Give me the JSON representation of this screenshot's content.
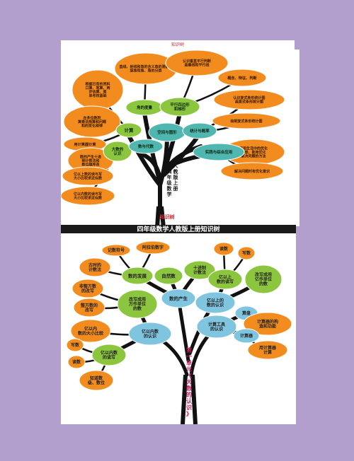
{
  "top": {
    "header_title": "知识树",
    "footer_title": "知识树",
    "caption": "四年级数学人教版上册知识树",
    "trunk_text": "四年级数学人教版上册",
    "nodes": [
      {
        "id": "t1",
        "text": "直线、射线和角的含义角的测量、\n旋角和角、角的分类",
        "kind": "leaf"
      },
      {
        "id": "t2",
        "text": "认识垂直平行判断\n画垂线和平行线",
        "kind": "leaf"
      },
      {
        "id": "t3",
        "text": "概念、特征、判断",
        "kind": "leaf"
      },
      {
        "id": "t4",
        "text": "根据已有的资料\n口算、笔算、两\n步估算、简\n单考核基础",
        "kind": "leaf"
      },
      {
        "id": "t5",
        "text": "角的度量",
        "kind": "branch"
      },
      {
        "id": "t6",
        "text": "平行四边形\n和梯形",
        "kind": "branch"
      },
      {
        "id": "t7",
        "text": "认识复式条形统计图\n画复式条形统计图",
        "kind": "leaf"
      },
      {
        "id": "t8",
        "text": "在多位数积\n算乘法简算和问题\n和的变化规律",
        "kind": "leaf"
      },
      {
        "id": "t9",
        "text": "绘制复式条形统计图",
        "kind": "leaf"
      },
      {
        "id": "t10",
        "text": "用计算器计算",
        "kind": "leaf"
      },
      {
        "id": "t11",
        "text": "计算",
        "kind": "branch"
      },
      {
        "id": "t12",
        "text": "空间与图形",
        "kind": "branch"
      },
      {
        "id": "t13",
        "text": "统计与概率",
        "kind": "branch"
      },
      {
        "id": "t14",
        "text": "数的产生十进\n制计数法和\n数位顺序表",
        "kind": "leaf"
      },
      {
        "id": "t15",
        "text": "运用生活中的优化\n思想，能用优化\n解决问题的方法",
        "kind": "leaf"
      },
      {
        "id": "t16",
        "text": "亿以上数的读与写\n大小比较求近似数",
        "kind": "leaf"
      },
      {
        "id": "t17",
        "text": "大数的\n认识",
        "kind": "branch"
      },
      {
        "id": "t18",
        "text": "数与代数",
        "kind": "branch"
      },
      {
        "id": "t19",
        "text": "实践与综合应用",
        "kind": "branch"
      },
      {
        "id": "t20",
        "text": "亿以内数的读与写\n大小比较求近似数",
        "kind": "leaf"
      },
      {
        "id": "t21",
        "text": "解决问题时有优化意识",
        "kind": "leaf"
      }
    ]
  },
  "bottom": {
    "trunk_text": "第一单元《大数的认识》",
    "nodes": [
      {
        "id": "b1",
        "text": "记数符号",
        "kind": "leaf"
      },
      {
        "id": "b2",
        "text": "阿拉伯数字",
        "kind": "leaf"
      },
      {
        "id": "b3",
        "text": "读数",
        "kind": "leaf"
      },
      {
        "id": "b4",
        "text": "写数",
        "kind": "leaf"
      },
      {
        "id": "b5",
        "text": "古时的\n计数法",
        "kind": "leaf"
      },
      {
        "id": "b6",
        "text": "数的发展",
        "kind": "branch"
      },
      {
        "id": "b7",
        "text": "自然数",
        "kind": "branch"
      },
      {
        "id": "b8",
        "text": "十进制\n计数法",
        "kind": "branch"
      },
      {
        "id": "b9",
        "text": "亿以上\n数的读写",
        "kind": "branch"
      },
      {
        "id": "b10",
        "text": "改写成用\n亿作单位\n的数",
        "kind": "branch"
      },
      {
        "id": "b11",
        "text": "非整万数\n的改写",
        "kind": "leaf"
      },
      {
        "id": "b12",
        "text": "改写成用\n万作单位\n的数",
        "kind": "branch"
      },
      {
        "id": "b13",
        "text": "数的产生",
        "kind": "branch"
      },
      {
        "id": "b14",
        "text": "亿以上的\n数的认识",
        "kind": "branch"
      },
      {
        "id": "b15",
        "text": "整万数的\n改写",
        "kind": "leaf"
      },
      {
        "id": "b16",
        "text": "算盘",
        "kind": "branch"
      },
      {
        "id": "b17",
        "text": "亿以内\n数的大小比较",
        "kind": "leaf"
      },
      {
        "id": "b18",
        "text": "亿以内数\n的认识",
        "kind": "branch"
      },
      {
        "id": "b19",
        "text": "计算工具\n的认识",
        "kind": "branch"
      },
      {
        "id": "b20",
        "text": "计算器的构\n造和功能",
        "kind": "leaf"
      },
      {
        "id": "b21",
        "text": "写数",
        "kind": "leaf"
      },
      {
        "id": "b22",
        "text": "亿以内数\n的读写",
        "kind": "branch"
      },
      {
        "id": "b23",
        "text": "计算器",
        "kind": "branch"
      },
      {
        "id": "b24",
        "text": "读数",
        "kind": "leaf"
      },
      {
        "id": "b25",
        "text": "用计算器\n计算",
        "kind": "leaf"
      },
      {
        "id": "b26",
        "text": "知道数\n级、数位",
        "kind": "leaf"
      }
    ]
  },
  "colors": {
    "background": "#b39fce",
    "leaf_orange": "#f28c1f",
    "branch_green": "#8cc63f",
    "branch_teal": "#4fb6b0",
    "trunk_black": "#111111"
  }
}
